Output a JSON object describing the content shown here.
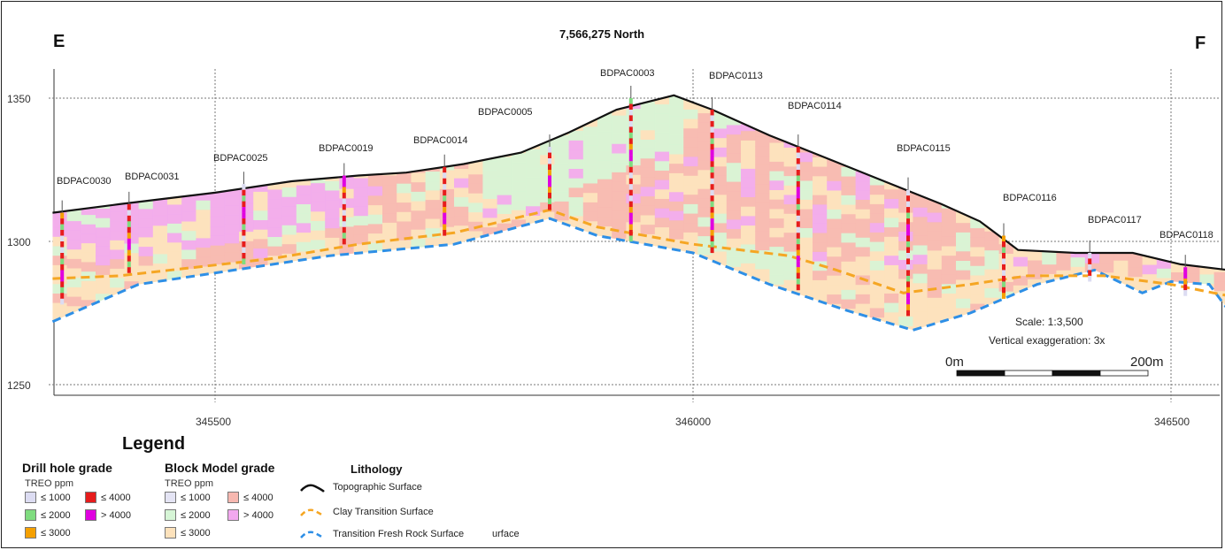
{
  "section": {
    "left_label": "E",
    "right_label": "F",
    "title": "7,566,275 North",
    "y_ticks": [
      {
        "value": 1350,
        "label": "1350"
      },
      {
        "value": 1300,
        "label": "1300"
      },
      {
        "value": 1250,
        "label": "1250"
      }
    ],
    "x_ticks": [
      {
        "value": 345500,
        "label": "345500"
      },
      {
        "value": 346000,
        "label": "346000"
      },
      {
        "value": 346500,
        "label": "346500"
      }
    ],
    "drill_holes": [
      {
        "name": "BDPAC0030",
        "x": 345340,
        "top": 1310,
        "bottom": 1278
      },
      {
        "name": "BDPAC0031",
        "x": 345410,
        "top": 1313,
        "bottom": 1289
      },
      {
        "name": "BDPAC0025",
        "x": 345530,
        "top": 1320,
        "bottom": 1292
      },
      {
        "name": "BDPAC0019",
        "x": 345635,
        "top": 1323,
        "bottom": 1299
      },
      {
        "name": "BDPAC0014",
        "x": 345740,
        "top": 1326,
        "bottom": 1302
      },
      {
        "name": "BDPAC0005",
        "x": 345850,
        "top": 1333,
        "bottom": 1311
      },
      {
        "name": "BDPAC0003",
        "x": 345935,
        "top": 1350,
        "bottom": 1300
      },
      {
        "name": "BDPAC0113",
        "x": 346020,
        "top": 1346,
        "bottom": 1297
      },
      {
        "name": "BDPAC0114",
        "x": 346110,
        "top": 1333,
        "bottom": 1284
      },
      {
        "name": "BDPAC0115",
        "x": 346225,
        "top": 1318,
        "bottom": 1275
      },
      {
        "name": "BDPAC0116",
        "x": 346325,
        "top": 1302,
        "bottom": 1280
      },
      {
        "name": "BDPAC0117",
        "x": 346415,
        "top": 1296,
        "bottom": 1287
      },
      {
        "name": "BDPAC0118",
        "x": 346515,
        "top": 1291,
        "bottom": 1281
      }
    ],
    "topography": [
      [
        345330,
        1310
      ],
      [
        345400,
        1313
      ],
      [
        345500,
        1317
      ],
      [
        345580,
        1321
      ],
      [
        345650,
        1323
      ],
      [
        345700,
        1324
      ],
      [
        345760,
        1327
      ],
      [
        345820,
        1331
      ],
      [
        345870,
        1338
      ],
      [
        345920,
        1346
      ],
      [
        345980,
        1351
      ],
      [
        346020,
        1346
      ],
      [
        346080,
        1337
      ],
      [
        346140,
        1329
      ],
      [
        346200,
        1321
      ],
      [
        346260,
        1313
      ],
      [
        346300,
        1307
      ],
      [
        346340,
        1297
      ],
      [
        346400,
        1296
      ],
      [
        346460,
        1296
      ],
      [
        346510,
        1292
      ],
      [
        346560,
        1290
      ]
    ],
    "clay_transition": [
      [
        345330,
        1287
      ],
      [
        345400,
        1288
      ],
      [
        345480,
        1291
      ],
      [
        345560,
        1294
      ],
      [
        345650,
        1299
      ],
      [
        345750,
        1303
      ],
      [
        345850,
        1311
      ],
      [
        345900,
        1305
      ],
      [
        346000,
        1299
      ],
      [
        346100,
        1295
      ],
      [
        346150,
        1290
      ],
      [
        346220,
        1282
      ],
      [
        346290,
        1285
      ],
      [
        346350,
        1288
      ],
      [
        346430,
        1288
      ],
      [
        346500,
        1285
      ],
      [
        346560,
        1281
      ]
    ],
    "fresh_rock": [
      [
        345330,
        1272
      ],
      [
        345420,
        1285
      ],
      [
        345520,
        1290
      ],
      [
        345620,
        1295
      ],
      [
        345750,
        1299
      ],
      [
        345850,
        1308
      ],
      [
        345900,
        1302
      ],
      [
        346000,
        1296
      ],
      [
        346080,
        1285
      ],
      [
        346160,
        1276
      ],
      [
        346230,
        1269
      ],
      [
        346290,
        1275
      ],
      [
        346360,
        1285
      ],
      [
        346420,
        1290
      ],
      [
        346470,
        1282
      ],
      [
        346500,
        1286
      ],
      [
        346540,
        1285
      ],
      [
        346560,
        1276
      ]
    ],
    "scale_text": "Scale: 1:3,500",
    "exaggeration_text": "Vertical exaggeration: 3x",
    "scalebar_start": "0m",
    "scalebar_end": "200m"
  },
  "legend": {
    "title": "Legend",
    "drill": {
      "heading": "Drill hole grade",
      "unit": "TREO ppm",
      "items": [
        {
          "label": "≤ 1000",
          "color": "#dcdcf2"
        },
        {
          "label": "≤ 2000",
          "color": "#7fdc7f"
        },
        {
          "label": "≤ 3000",
          "color": "#f5a000"
        },
        {
          "label": "≤ 4000",
          "color": "#e61c1c"
        },
        {
          "label": "> 4000",
          "color": "#e000e0"
        }
      ]
    },
    "block": {
      "heading": "Block Model grade",
      "unit": "TREO ppm",
      "items": [
        {
          "label": "≤ 1000",
          "color": "#e4e4f4"
        },
        {
          "label": "≤ 2000",
          "color": "#d6f5d6"
        },
        {
          "label": "≤ 3000",
          "color": "#fde2bc"
        },
        {
          "label": "≤ 4000",
          "color": "#f7b8b0"
        },
        {
          "label": "> 4000",
          "color": "#f2a8ef"
        }
      ]
    },
    "lithology": {
      "heading": "Lithology",
      "items": [
        {
          "label": "Topographic Surface",
          "color": "#111111",
          "style": "solid"
        },
        {
          "label": "Clay Transition Surface",
          "color": "#f5a623",
          "style": "dashed"
        },
        {
          "label": "Transition Fresh Rock Surface",
          "color": "#2e8fe6",
          "style": "dashed"
        }
      ],
      "overlap_fragment": "urface"
    }
  }
}
